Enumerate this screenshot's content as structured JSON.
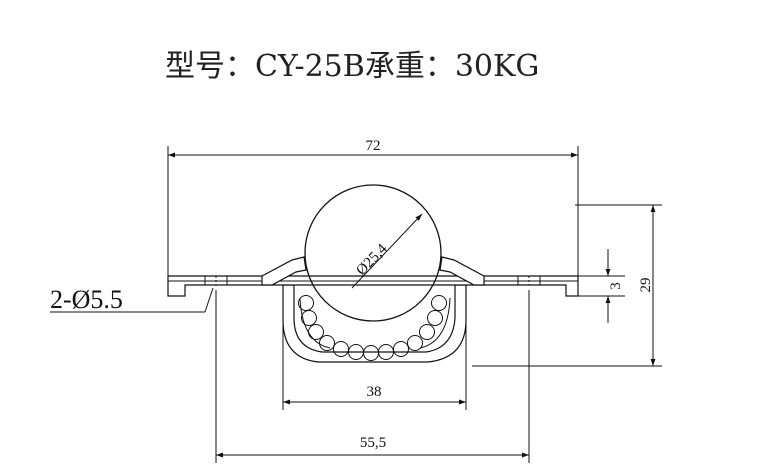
{
  "title": "型号：CY-25B承重：30KG",
  "dimensions": {
    "overall_width": "72",
    "ball_diameter": "Ø25,4",
    "flange_thickness": "3",
    "total_height": "29",
    "hole_spec": "2-Ø5.5",
    "cup_width": "38",
    "hole_spacing": "55,5"
  }
}
